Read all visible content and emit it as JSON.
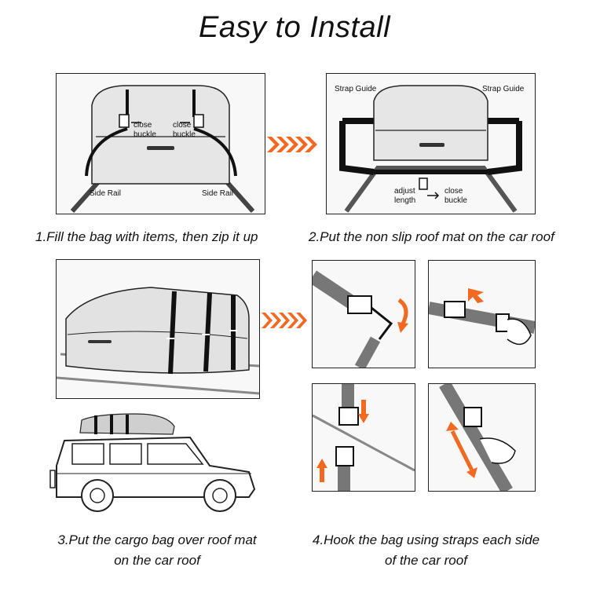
{
  "title": "Easy to Install",
  "panel1": {
    "label_close_buckle_left_1": "close",
    "label_close_buckle_left_2": "buckle",
    "label_close_buckle_right_1": "close",
    "label_close_buckle_right_2": "buckle",
    "label_side_rail_left": "Side Rail",
    "label_side_rail_right": "Side Rail"
  },
  "panel2": {
    "label_strap_guide_left": "Strap Guide",
    "label_strap_guide_right": "Strap Guide",
    "label_adjust_1": "adjust",
    "label_adjust_2": "length",
    "label_close_1": "close",
    "label_close_2": "buckle"
  },
  "captions": {
    "step1": "1.Fill the bag with items, then zip it up",
    "step2": "2.Put the non slip roof mat on the car roof",
    "step3_line1": "3.Put the cargo bag over roof mat",
    "step3_line2": "on the car roof",
    "step4_line1": "4.Hook the bag using straps each side",
    "step4_line2": "of the car roof"
  },
  "colors": {
    "accent_orange": "#f26a21",
    "outline": "#222222",
    "panel_bg": "#f7f7f7"
  }
}
